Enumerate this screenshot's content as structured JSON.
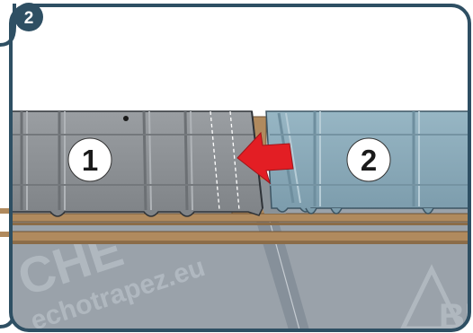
{
  "step": {
    "number": "2"
  },
  "panels": [
    {
      "label": "1",
      "color": "#8e9296"
    },
    {
      "label": "2",
      "color": "#8aa9b8"
    }
  ],
  "watermark": {
    "text_large": "CHE",
    "text_url": "echotrapez.eu",
    "text_logo": "BU"
  },
  "colors": {
    "frame": "#2e4f63",
    "arrow": "#e31e24",
    "batten": "#b08a5e",
    "membrane": "#9aa2aa"
  }
}
